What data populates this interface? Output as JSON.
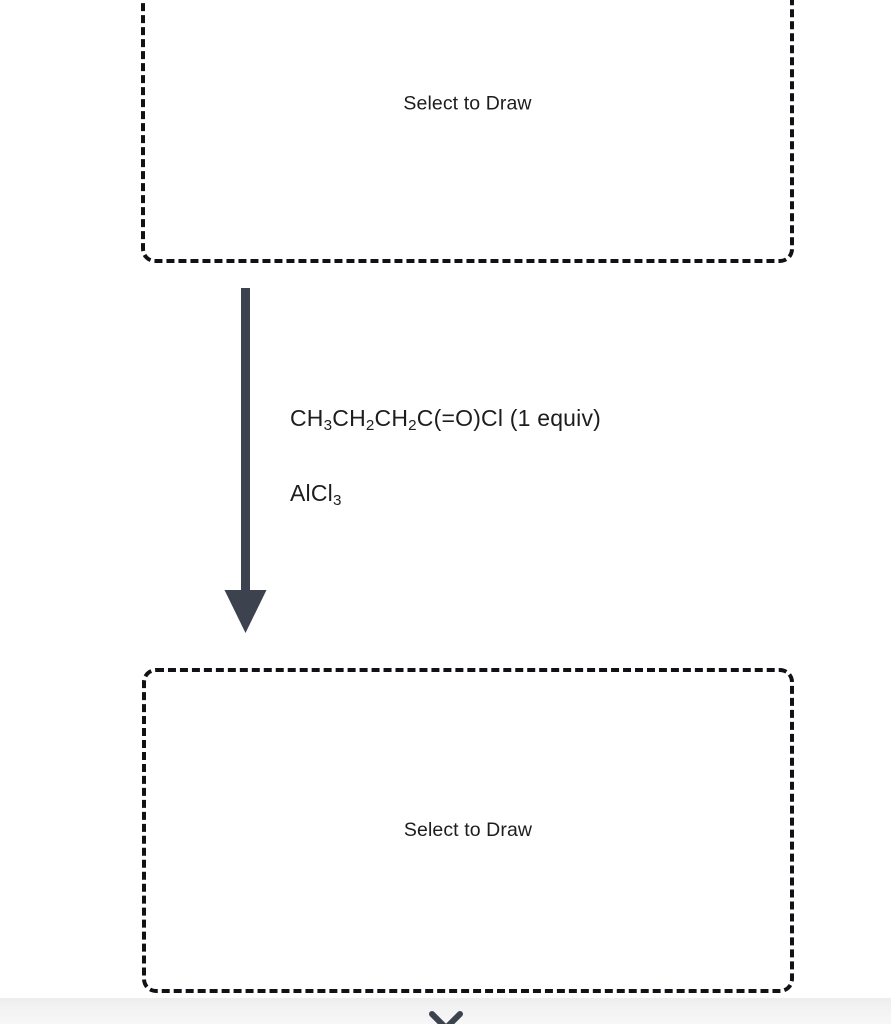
{
  "scheme": {
    "reactant_box": {
      "label": "Select to Draw",
      "name": "reactant-drawing-area"
    },
    "product_box": {
      "label": "Select to Draw",
      "name": "product-drawing-area"
    },
    "arrow": {
      "direction": "down",
      "color": "#3c434e"
    },
    "conditions": {
      "reagent": {
        "text": "CH3CH2CH2C(=O)Cl (1 equiv)",
        "parts": [
          {
            "t": "CH",
            "sub": false
          },
          {
            "t": "3",
            "sub": true
          },
          {
            "t": "CH",
            "sub": false
          },
          {
            "t": "2",
            "sub": true
          },
          {
            "t": "CH",
            "sub": false
          },
          {
            "t": "2",
            "sub": true
          },
          {
            "t": "C(=O)Cl (1 equiv)",
            "sub": false
          }
        ]
      },
      "catalyst": {
        "text": "AlCl3",
        "parts": [
          {
            "t": "AlCl",
            "sub": false
          },
          {
            "t": "3",
            "sub": true
          }
        ]
      }
    }
  },
  "bottom_bar": {
    "icon": "chevron-down-icon",
    "icon_color": "#3c434e"
  },
  "colors": {
    "background": "#ffffff",
    "text": "#1d1d1f",
    "dash_border": "#111216",
    "arrow": "#3c434e",
    "bottom_bar_top": "#ededee",
    "bottom_bar_bottom": "#f7f7f8"
  }
}
